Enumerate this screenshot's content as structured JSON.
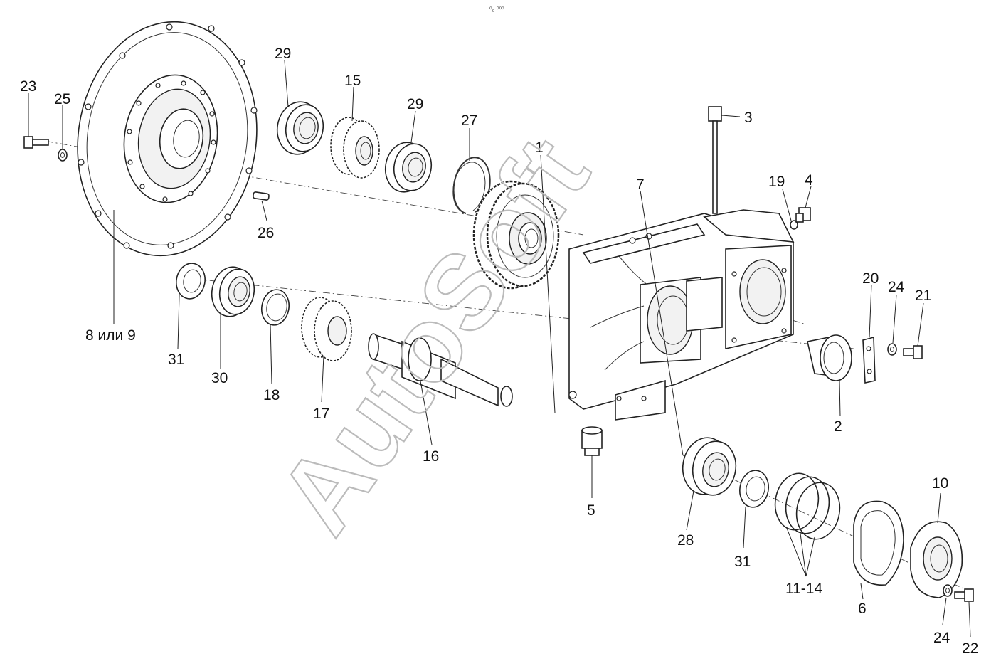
{
  "header": {
    "mark": "⁰₀ ⁰⁰⁰"
  },
  "watermark": {
    "text": "AutoSoft"
  },
  "labels": {
    "l1": "1",
    "l2": "2",
    "l3": "3",
    "l4": "4",
    "l5": "5",
    "l6": "6",
    "l7": "7",
    "l8_9": "8 или 9",
    "l10": "10",
    "l11_14": "11-14",
    "l15": "15",
    "l16": "16",
    "l17": "17",
    "l18": "18",
    "l19": "19",
    "l20": "20",
    "l21": "21",
    "l22": "22",
    "l23": "23",
    "l24a": "24",
    "l24b": "24",
    "l25": "25",
    "l26": "26",
    "l27": "27",
    "l28": "28",
    "l29a": "29",
    "l29b": "29",
    "l30": "30",
    "l31a": "31",
    "l31b": "31"
  },
  "colors": {
    "line": "#222222",
    "watermark": "#bbbbbb",
    "background": "#ffffff"
  }
}
